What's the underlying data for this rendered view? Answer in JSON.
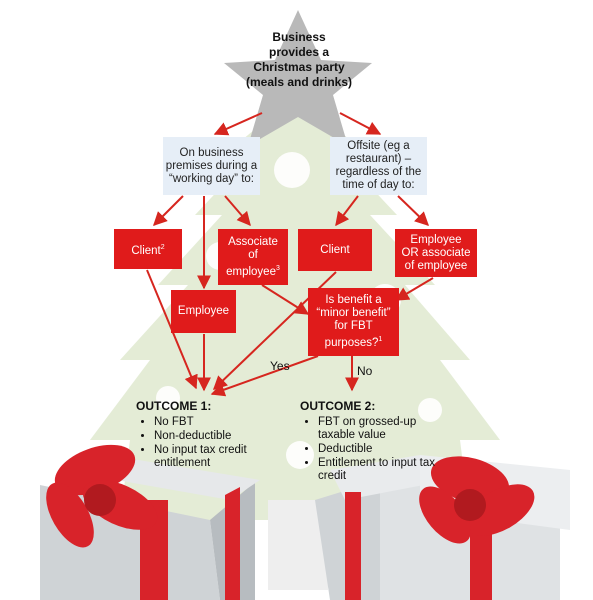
{
  "colors": {
    "red_box": "#e01b1b",
    "blue_box": "#e6eef7",
    "arrow": "#d6261f",
    "tree": "#dfe9cf",
    "star": "#b5b5b5"
  },
  "title": {
    "lines": [
      "Business",
      "provides a",
      "Christmas party",
      "(meals and drinks)"
    ]
  },
  "nodes": {
    "on_premises": [
      "On business",
      "premises during a",
      "“working day” to:"
    ],
    "offsite": [
      "Offsite (eg a",
      "restaurant) –",
      "regardless of the",
      "time of day to:"
    ],
    "client_a": "Client",
    "client_a_sup": "2",
    "associate": [
      "Associate",
      "of",
      "employee"
    ],
    "associate_sup": "3",
    "client_b": "Client",
    "employee_or_associate": [
      "Employee",
      "OR associate",
      "of employee"
    ],
    "employee": "Employee",
    "minor_benefit": [
      "Is benefit a",
      "“minor benefit”",
      "for FBT",
      "purposes?"
    ],
    "minor_benefit_sup": "1"
  },
  "edge_labels": {
    "yes": "Yes",
    "no": "No"
  },
  "outcome1": {
    "title": "OUTCOME 1:",
    "items": [
      "No FBT",
      "Non-deductible",
      "No input tax credit entitlement"
    ]
  },
  "outcome2": {
    "title": "OUTCOME 2:",
    "items": [
      "FBT on grossed-up taxable value",
      "Deductible",
      "Entitlement to input tax credit"
    ]
  }
}
